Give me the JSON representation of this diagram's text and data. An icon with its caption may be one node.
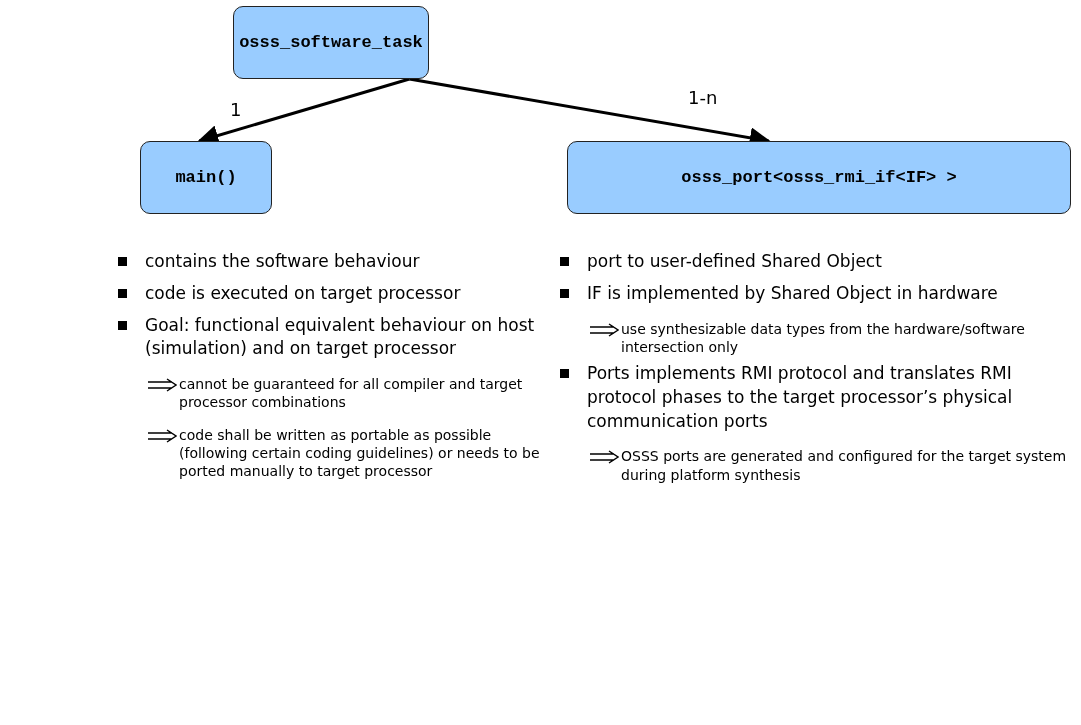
{
  "diagram": {
    "nodes": [
      {
        "text": [
          "osss_software_task"
        ]
      },
      {
        "text": [
          "main()"
        ]
      },
      {
        "text": [
          "osss_port<osss_rmi_if<IF> >"
        ]
      }
    ],
    "edges": [
      {
        "from": 0,
        "to": 1,
        "arrow": "to",
        "label": "1"
      },
      {
        "from": 0,
        "to": 2,
        "arrow": "to",
        "label": "1-n"
      }
    ],
    "labels": [
      "contains the software behaviour",
      "code is executed on target processor",
      "Goal: functional equivalent behaviour on host (simulation) and on target processor",
      "cannot be guaranteed for all compiler and target processor combinations",
      "code shall be written as portable as possible (following certain coding guidelines) or needs to be ported manually to target processor",
      "port to user-defined Shared Object",
      "IF is implemented by Shared Object in hardware",
      "use synthesizable data types from the hardware/software intersection only",
      "Ports implements RMI protocol and translates RMI protocol phases to the target processor’s physical communication ports",
      "OSSS ports are generated and configured for the target system during platform synthesis"
    ]
  }
}
